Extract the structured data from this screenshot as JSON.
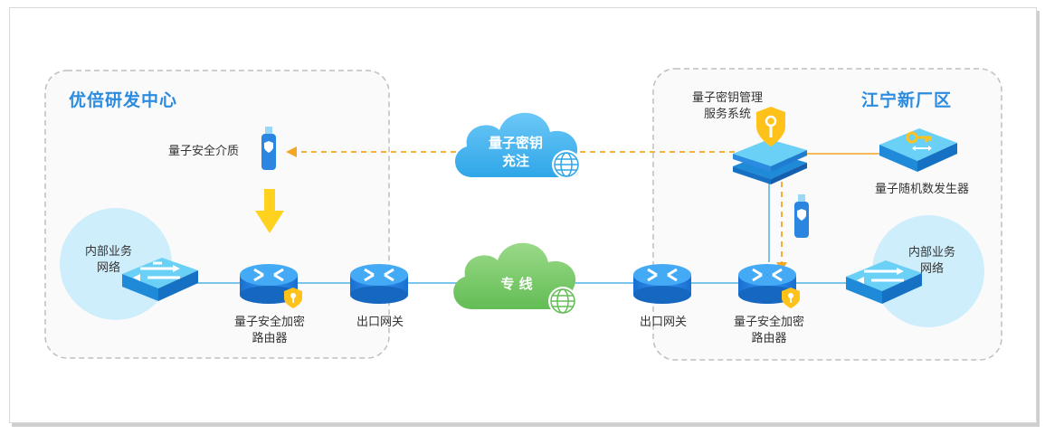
{
  "left_site": {
    "title": "优倍研发中心",
    "internal_network": [
      "内部业务",
      "网络"
    ],
    "security_medium": "量子安全介质",
    "router": [
      "量子安全加密",
      "路由器"
    ],
    "gateway": "出口网关"
  },
  "right_site": {
    "title": "江宁新厂区",
    "key_management": [
      "量子密钥管理",
      "服务系统"
    ],
    "random_generator": "量子随机数发生器",
    "internal_network": [
      "内部业务",
      "网络"
    ],
    "router": [
      "量子安全加密",
      "路由器"
    ],
    "gateway": "出口网关"
  },
  "clouds": {
    "key_charging": [
      "量子密钥",
      "充注"
    ],
    "private_line": "专 线"
  },
  "colors": {
    "title_blue": "#2a8be0",
    "line_blue": "#4fb3e8",
    "dash_orange": "#f5a623",
    "cloud_blue": "#45b4ee",
    "cloud_green": "#7dcc6a",
    "arrow_yellow": "#ffd21f"
  }
}
